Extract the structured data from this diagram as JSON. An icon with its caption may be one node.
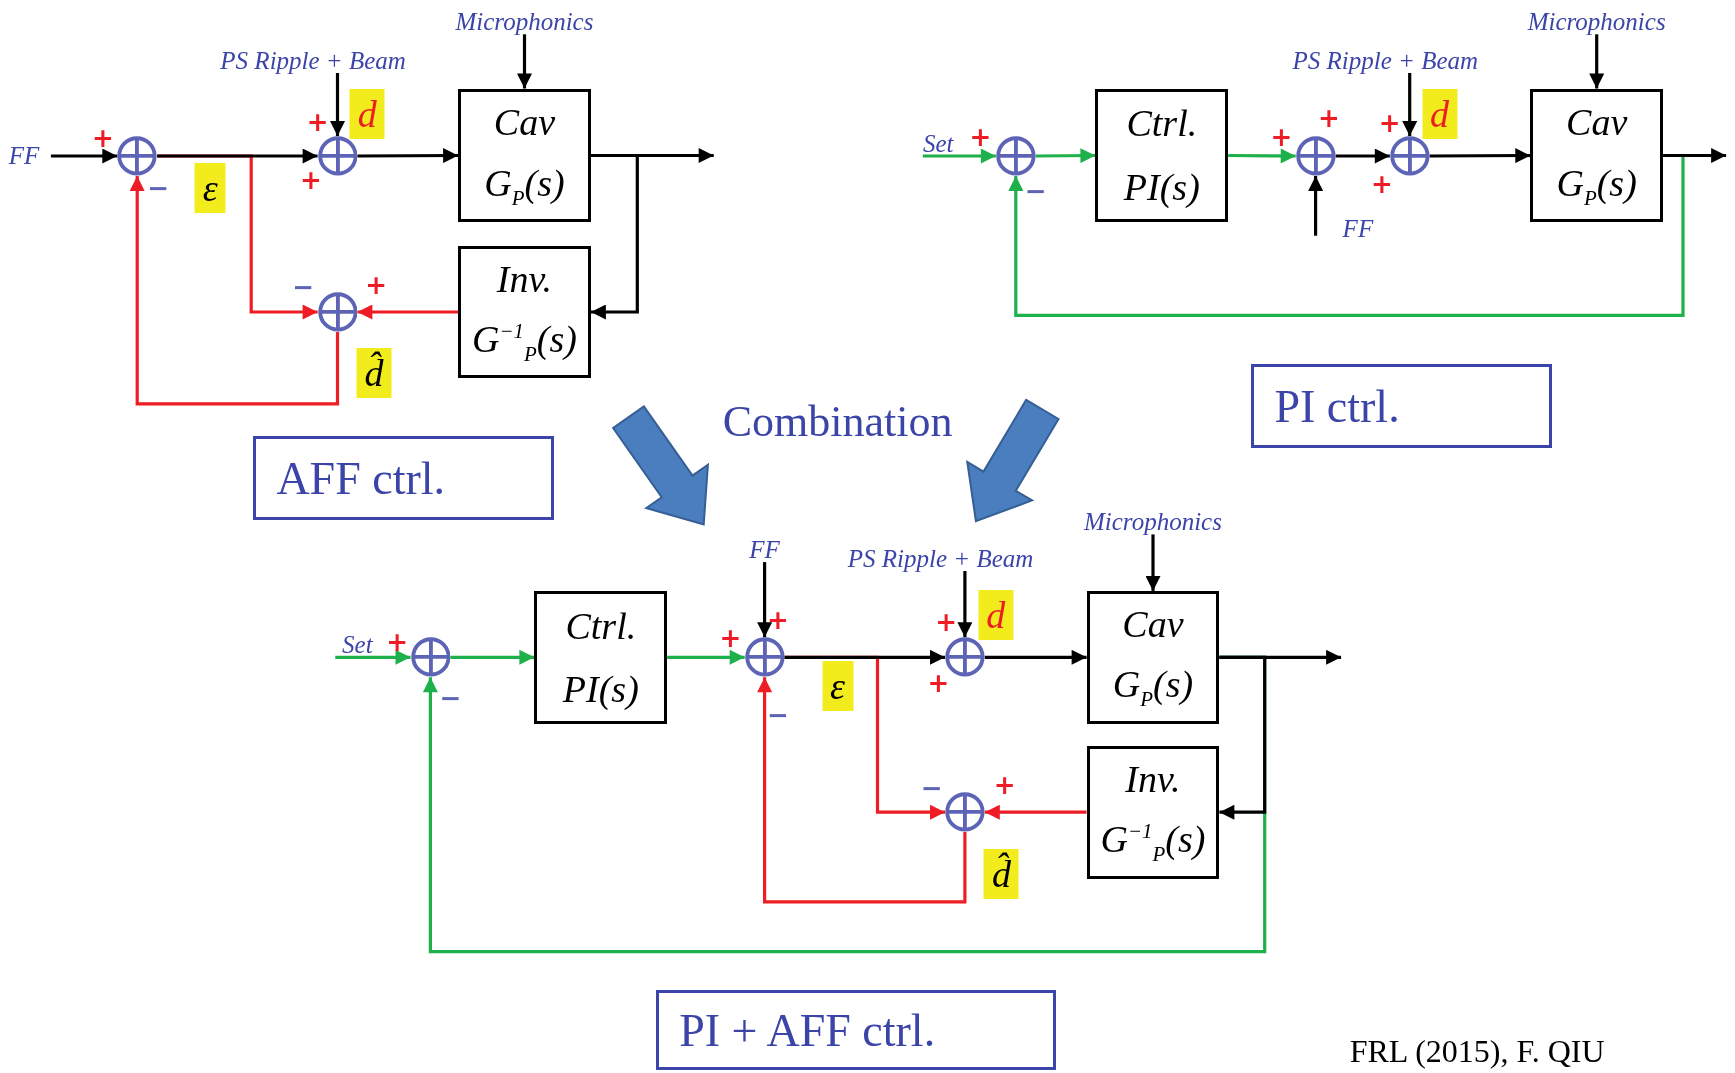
{
  "diagram": {
    "nodes": [
      {
        "text": [
          "FF"
        ]
      },
      {
        "text": [],
        "shape": "circle"
      },
      {
        "text": [
          "PS Ripple + Beam"
        ]
      },
      {
        "text": [],
        "shape": "circle"
      },
      {
        "text": [
          "Microphonics"
        ]
      },
      {
        "text": [
          "Cav",
          "G$_{P}$(s)"
        ]
      },
      {
        "text": [],
        "shape": "circle"
      },
      {
        "text": [
          "Inv.",
          "G$^{−1}$$_{P}$(s)"
        ]
      },
      {
        "text": [
          "Set"
        ]
      },
      {
        "text": [],
        "shape": "circle"
      },
      {
        "text": [
          "Ctrl.",
          "PI(s)"
        ]
      },
      {
        "text": [],
        "shape": "circle"
      },
      {
        "text": [
          "FF"
        ]
      },
      {
        "text": [
          "PS Ripple + Beam"
        ]
      },
      {
        "text": [],
        "shape": "circle"
      },
      {
        "text": [
          "Microphonics"
        ]
      },
      {
        "text": [
          "Cav",
          "G$_{P}$(s)"
        ]
      },
      {
        "text": [
          "Set"
        ]
      },
      {
        "text": [],
        "shape": "circle"
      },
      {
        "text": [
          "Ctrl.",
          "PI(s)"
        ]
      },
      {
        "text": [
          "FF"
        ]
      },
      {
        "text": [],
        "shape": "circle"
      },
      {
        "text": [
          "PS Ripple + Beam"
        ]
      },
      {
        "text": [],
        "shape": "circle"
      },
      {
        "text": [
          "Microphonics"
        ]
      },
      {
        "text": [
          "Cav",
          "G$_{P}$(s)"
        ]
      },
      {
        "text": [
          "Inv.",
          "G$^{−1}$$_{P}$(s)"
        ]
      },
      {
        "text": [],
        "shape": "circle"
      },
      {
        "text": [
          "AFF ctrl."
        ]
      },
      {
        "text": [
          "PI ctrl."
        ]
      },
      {
        "text": [
          "PI + AFF ctrl."
        ]
      }
    ],
    "edges": [
      {
        "from": 0,
        "to": 1,
        "arrow": "to"
      },
      {
        "from": 1,
        "to": 3,
        "arrow": "to"
      },
      {
        "from": 2,
        "to": 3,
        "arrow": "to"
      },
      {
        "from": 3,
        "to": 5,
        "arrow": "to"
      },
      {
        "from": 4,
        "to": 5,
        "arrow": "to"
      },
      {
        "from": 5,
        "to": null,
        "arrow": "to"
      },
      {
        "from": 5,
        "to": 7,
        "arrow": "to"
      },
      {
        "from": 7,
        "to": 6,
        "arrow": "to",
        "color": "#ee1c25"
      },
      {
        "from": 1,
        "to": 6,
        "arrow": "to",
        "color": "#ee1c25"
      },
      {
        "from": 6,
        "to": 1,
        "arrow": "to",
        "color": "#ee1c25"
      },
      {
        "from": 8,
        "to": 9,
        "arrow": "to",
        "color": "#1db04b"
      },
      {
        "from": 9,
        "to": 10,
        "arrow": "to",
        "color": "#1db04b"
      },
      {
        "from": 10,
        "to": 11,
        "arrow": "to",
        "color": "#1db04b"
      },
      {
        "from": 12,
        "to": 11,
        "arrow": "to"
      },
      {
        "from": 11,
        "to": 14,
        "arrow": "to"
      },
      {
        "from": 13,
        "to": 14,
        "arrow": "to"
      },
      {
        "from": 14,
        "to": 16,
        "arrow": "to"
      },
      {
        "from": 15,
        "to": 16,
        "arrow": "to"
      },
      {
        "from": 16,
        "to": null,
        "arrow": "to"
      },
      {
        "from": 16,
        "to": 9,
        "arrow": "to",
        "color": "#1db04b"
      },
      {
        "from": 17,
        "to": 18,
        "arrow": "to",
        "color": "#1db04b"
      },
      {
        "from": 18,
        "to": 19,
        "arrow": "to",
        "color": "#1db04b"
      },
      {
        "from": 19,
        "to": 21,
        "arrow": "to",
        "color": "#1db04b"
      },
      {
        "from": 20,
        "to": 21,
        "arrow": "to"
      },
      {
        "from": 21,
        "to": 23,
        "arrow": "to"
      },
      {
        "from": 22,
        "to": 23,
        "arrow": "to"
      },
      {
        "from": 23,
        "to": 25,
        "arrow": "to"
      },
      {
        "from": 24,
        "to": 25,
        "arrow": "to"
      },
      {
        "from": 25,
        "to": null,
        "arrow": "to"
      },
      {
        "from": 25,
        "to": 26,
        "arrow": "to"
      },
      {
        "from": 26,
        "to": 27,
        "arrow": "to",
        "color": "#ee1c25"
      },
      {
        "from": 21,
        "to": 27,
        "arrow": "to",
        "color": "#ee1c25"
      },
      {
        "from": 27,
        "to": 21,
        "arrow": "to",
        "color": "#ee1c25"
      },
      {
        "from": 25,
        "to": 18,
        "arrow": "to",
        "color": "#1db04b"
      }
    ],
    "labels": [
      "+",
      "+",
      "d",
      "−",
      "ε",
      "+",
      "−",
      "+",
      "d̂",
      "+",
      "+",
      "+",
      "+",
      "d",
      "−",
      "+",
      "Combination",
      "+",
      "+",
      "d",
      "+",
      "+",
      "−",
      "ε",
      "−",
      "+",
      "−",
      "+",
      "d̂",
      "FRL (2015), F. QIU"
    ]
  }
}
